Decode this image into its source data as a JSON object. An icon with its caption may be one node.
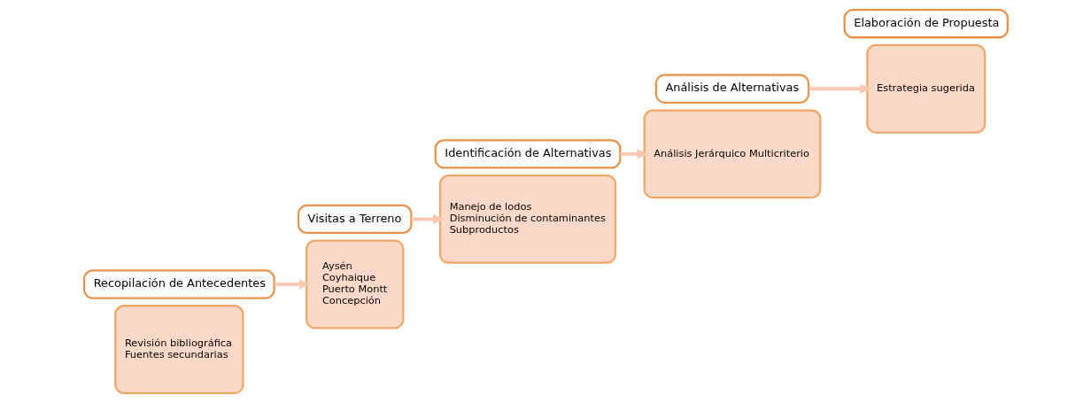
{
  "diagram": {
    "nodes": [
      {
        "text": [
          "Revisión bibliográfica",
          "Fuentes secundarias"
        ]
      },
      {
        "text": [
          "Recopilación de Antecedentes"
        ]
      },
      {
        "text": [
          "Aysén",
          "Coyhaique",
          "Puerto Montt",
          "Concepción"
        ]
      },
      {
        "text": [
          "Visitas a Terreno"
        ]
      },
      {
        "text": [
          "Manejo de lodos",
          "Disminución de contaminantes",
          "Subproductos"
        ]
      },
      {
        "text": [
          "Identificación de Alternativas"
        ]
      },
      {
        "text": [
          "Análisis Jerárquico Multicriterio"
        ]
      },
      {
        "text": [
          "Análisis de Alternativas"
        ]
      },
      {
        "text": [
          "Estrategia sugerida"
        ]
      },
      {
        "text": [
          "Elaboración de Propuesta"
        ]
      }
    ],
    "edges": [
      {
        "from": 1,
        "to": 2,
        "arrow": "to"
      },
      {
        "from": 3,
        "to": 4,
        "arrow": "to"
      },
      {
        "from": 5,
        "to": 6,
        "arrow": "to"
      },
      {
        "from": 7,
        "to": 8,
        "arrow": "to"
      }
    ]
  }
}
